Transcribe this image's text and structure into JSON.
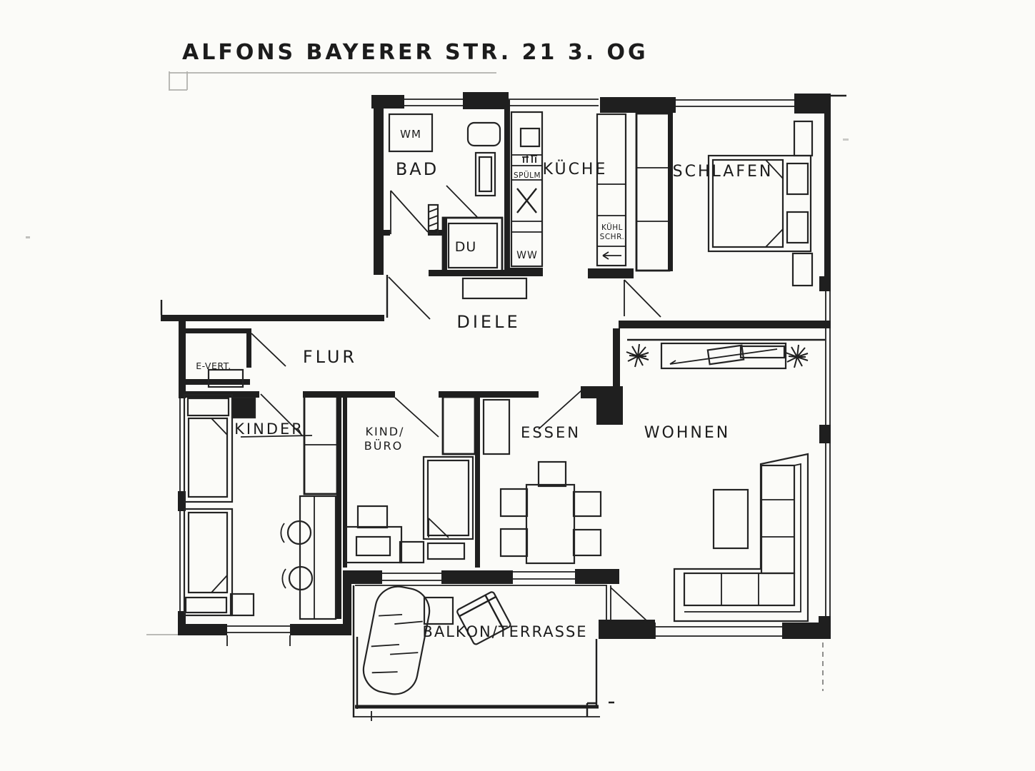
{
  "title": "ALFONS BAYERER STR. 21   3. OG",
  "rooms": {
    "bad": "BAD",
    "kueche": "KÜCHE",
    "schlafen": "SCHLAFEN",
    "diele": "DIELE",
    "flur": "FLUR",
    "kinder": "KINDER",
    "kind_buero_l1": "KIND/",
    "kind_buero_l2": "BÜRO",
    "essen": "ESSEN",
    "wohnen": "WOHNEN",
    "balkon": "BALKON/TERRASSE"
  },
  "fixtures": {
    "wm": "WM",
    "du": "DU",
    "spuelm": "SPÜLM",
    "ww": "WW",
    "kuehl_l1": "KÜHL",
    "kuehl_l2": "SCHR.",
    "evert": "E-VERT."
  },
  "colors": {
    "ink": "#1f1f1f",
    "paper": "#fbfbf8"
  }
}
